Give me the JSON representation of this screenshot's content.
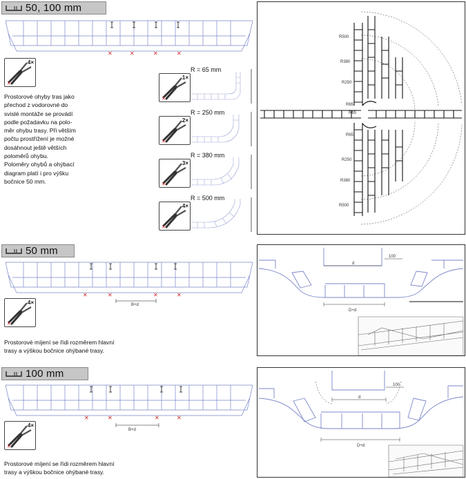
{
  "sections": [
    {
      "header": "50, 100 mm",
      "tool_count": "4×",
      "paragraph": "Prostorové ohyby tras jako\npřechod z vodorovné do\nsvislé montáže se provádí\npodle požadavku na polo-\nměr ohybu trasy. Při větším\npočtu prostřížení je možné\ndosáhnout ještě větších\npoloměrů ohybu.\nPoloměry ohybů a ohýbací\ndiagram platí i pro výšku\nbočnice 50 mm.",
      "radius_rows": [
        {
          "count": "1×",
          "radius": "R = 65 mm"
        },
        {
          "count": "2×",
          "radius": "R = 250 mm"
        },
        {
          "count": "3×",
          "radius": "R = 380 mm"
        },
        {
          "count": "4×",
          "radius": "R = 500 mm"
        }
      ],
      "diagram_labels": [
        "R500",
        "R380",
        "R250",
        "R65",
        "R65",
        "R65",
        "R250",
        "R380",
        "R500"
      ]
    },
    {
      "header": "50 mm",
      "tool_count": "4×",
      "paragraph": "Prostorové míjení se řídi rozměrem hlavní\ntrasy a výškou bočnice ohýbané trasy.",
      "dim_small": "B+d",
      "dims": {
        "top": "d",
        "side": "100",
        "bottom": "D+d"
      }
    },
    {
      "header": "100 mm",
      "tool_count": "4×",
      "paragraph": "Prostorové míjení se řídi rozměrem hlavní\ntrasy a výškou bočnice ohýbané trasy.",
      "dim_small": "B+d",
      "dims": {
        "top": "d",
        "side": "100",
        "bottom": "D+d"
      }
    }
  ],
  "colors": {
    "header_bg": "#c6c6c6",
    "mesh": "#7a86c8",
    "cut_mark": "#d42020",
    "frame": "#333333"
  }
}
